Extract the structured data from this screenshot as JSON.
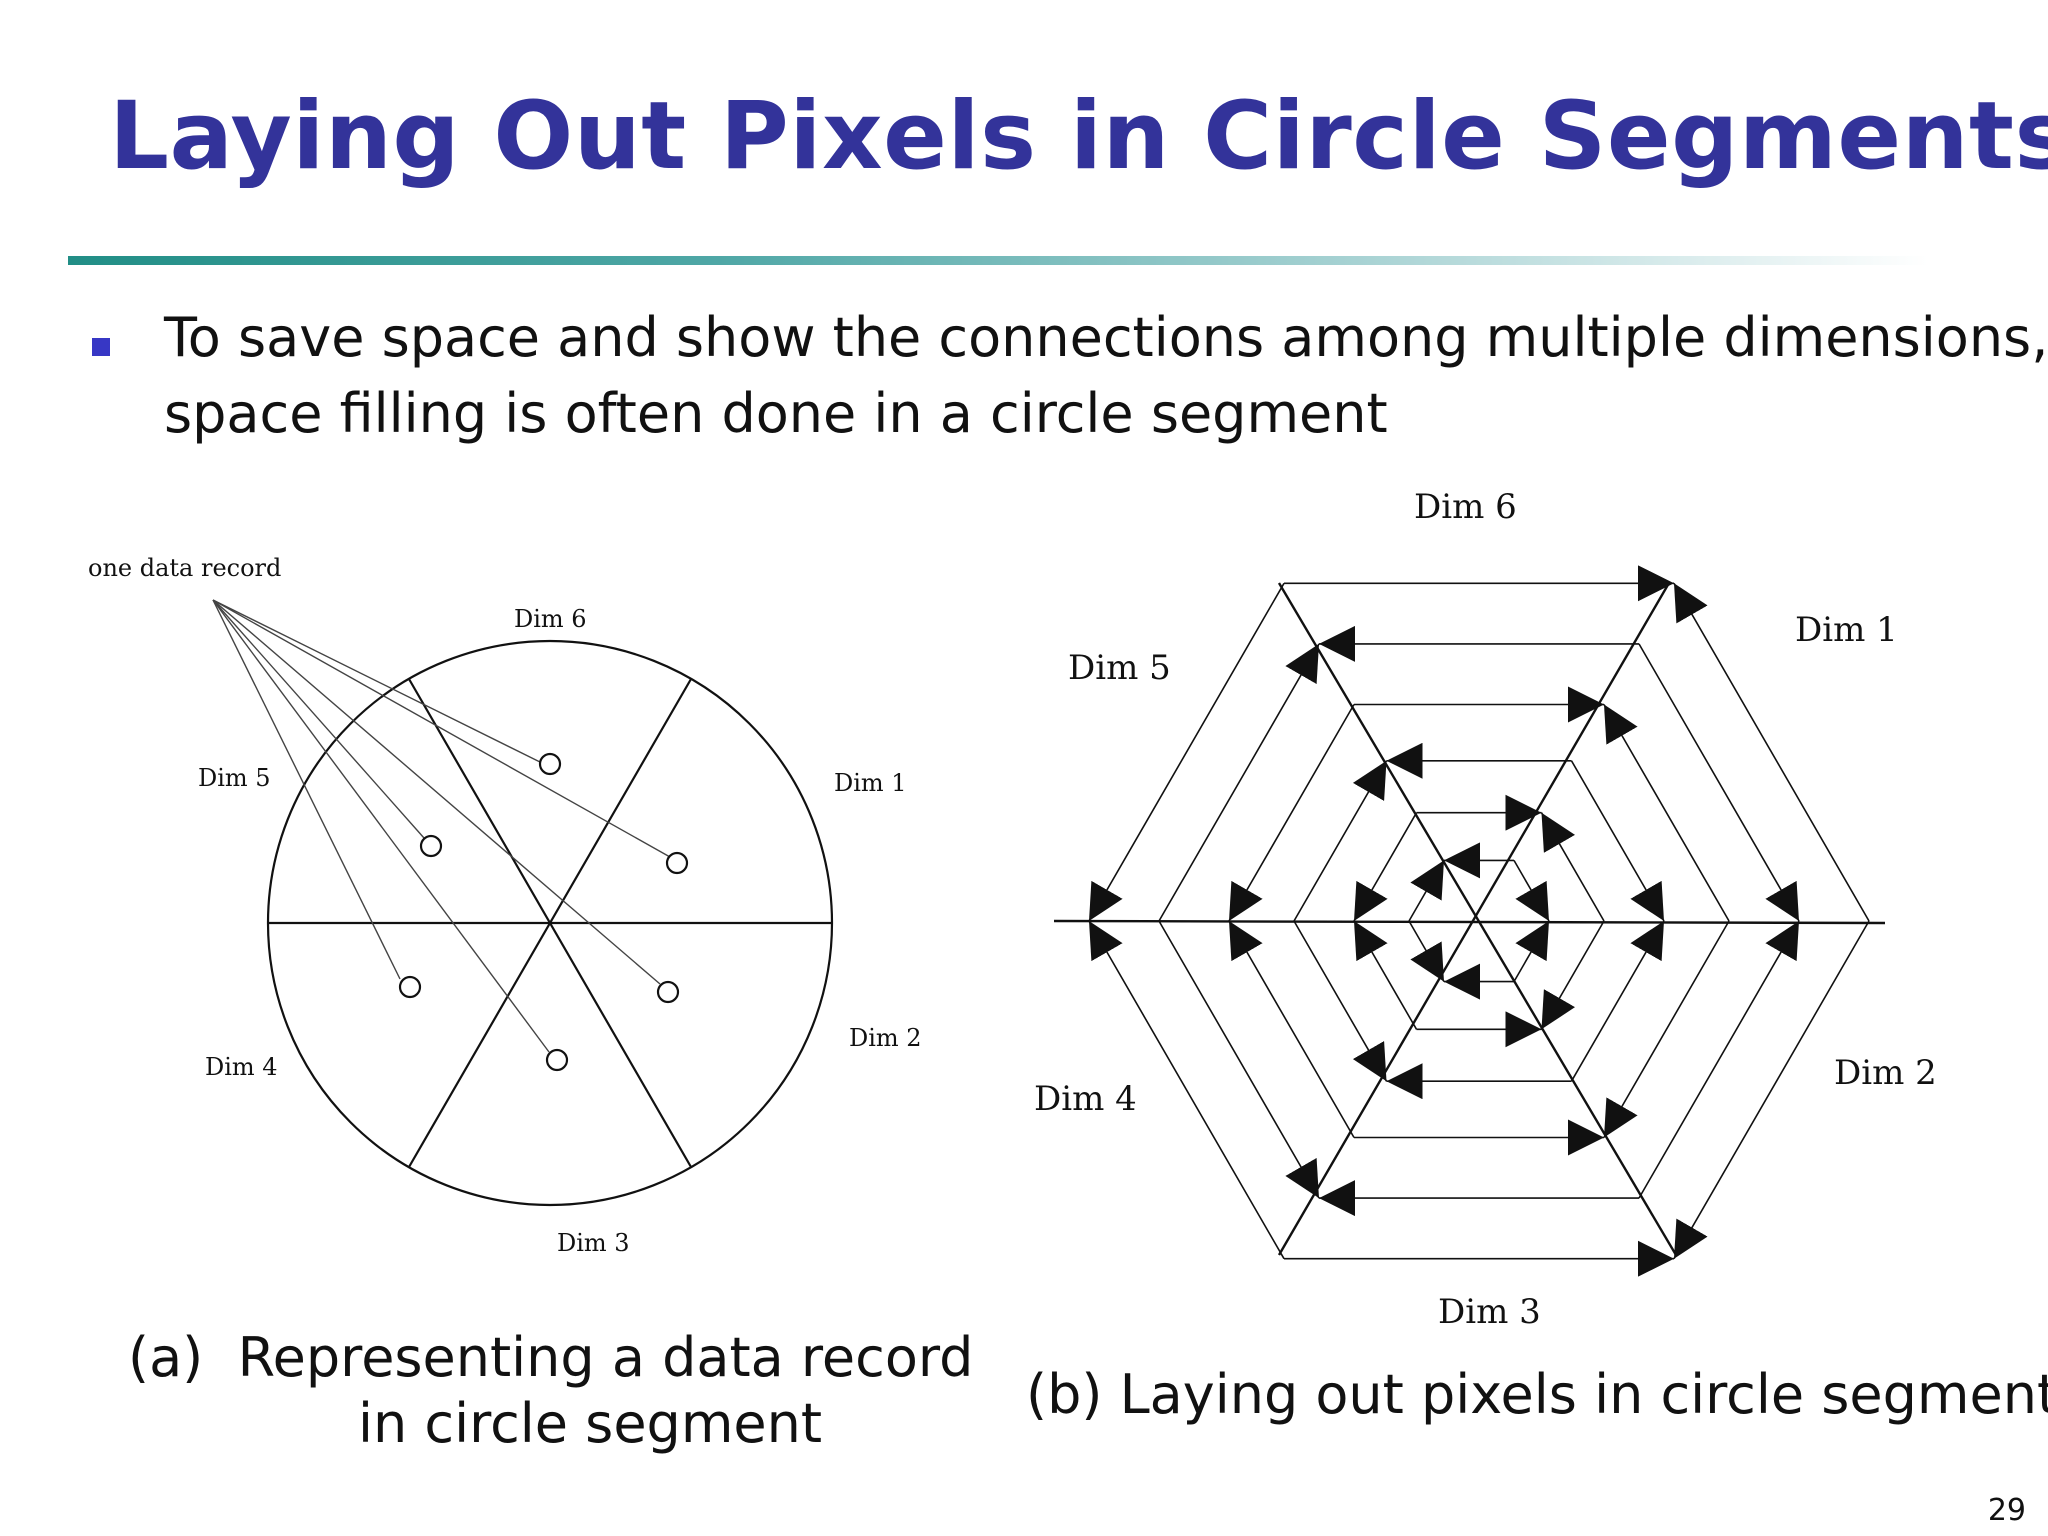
{
  "slide": {
    "title": "Laying Out Pixels in Circle Segments",
    "bullet_line_1": "To save space and show the connections among multiple dimensions,",
    "bullet_line_2": "space filling is often done in a circle segment",
    "page_number": "29"
  },
  "figure_a": {
    "record_label": "one data record",
    "dims": [
      "Dim 1",
      "Dim 2",
      "Dim 3",
      "Dim 4",
      "Dim 5",
      "Dim 6"
    ],
    "caption_prefix": "(a)",
    "caption_line_1": "Representing a data record",
    "caption_line_2": "in circle segment"
  },
  "figure_b": {
    "dims": [
      "Dim 1",
      "Dim 2",
      "Dim 3",
      "Dim 4",
      "Dim 5",
      "Dim 6"
    ],
    "caption": "(b) Laying out pixels in circle segment"
  },
  "colors": {
    "title": "#33339a",
    "bullet": "#3737c5",
    "rule_start": "#218e86",
    "line": "#111111"
  }
}
